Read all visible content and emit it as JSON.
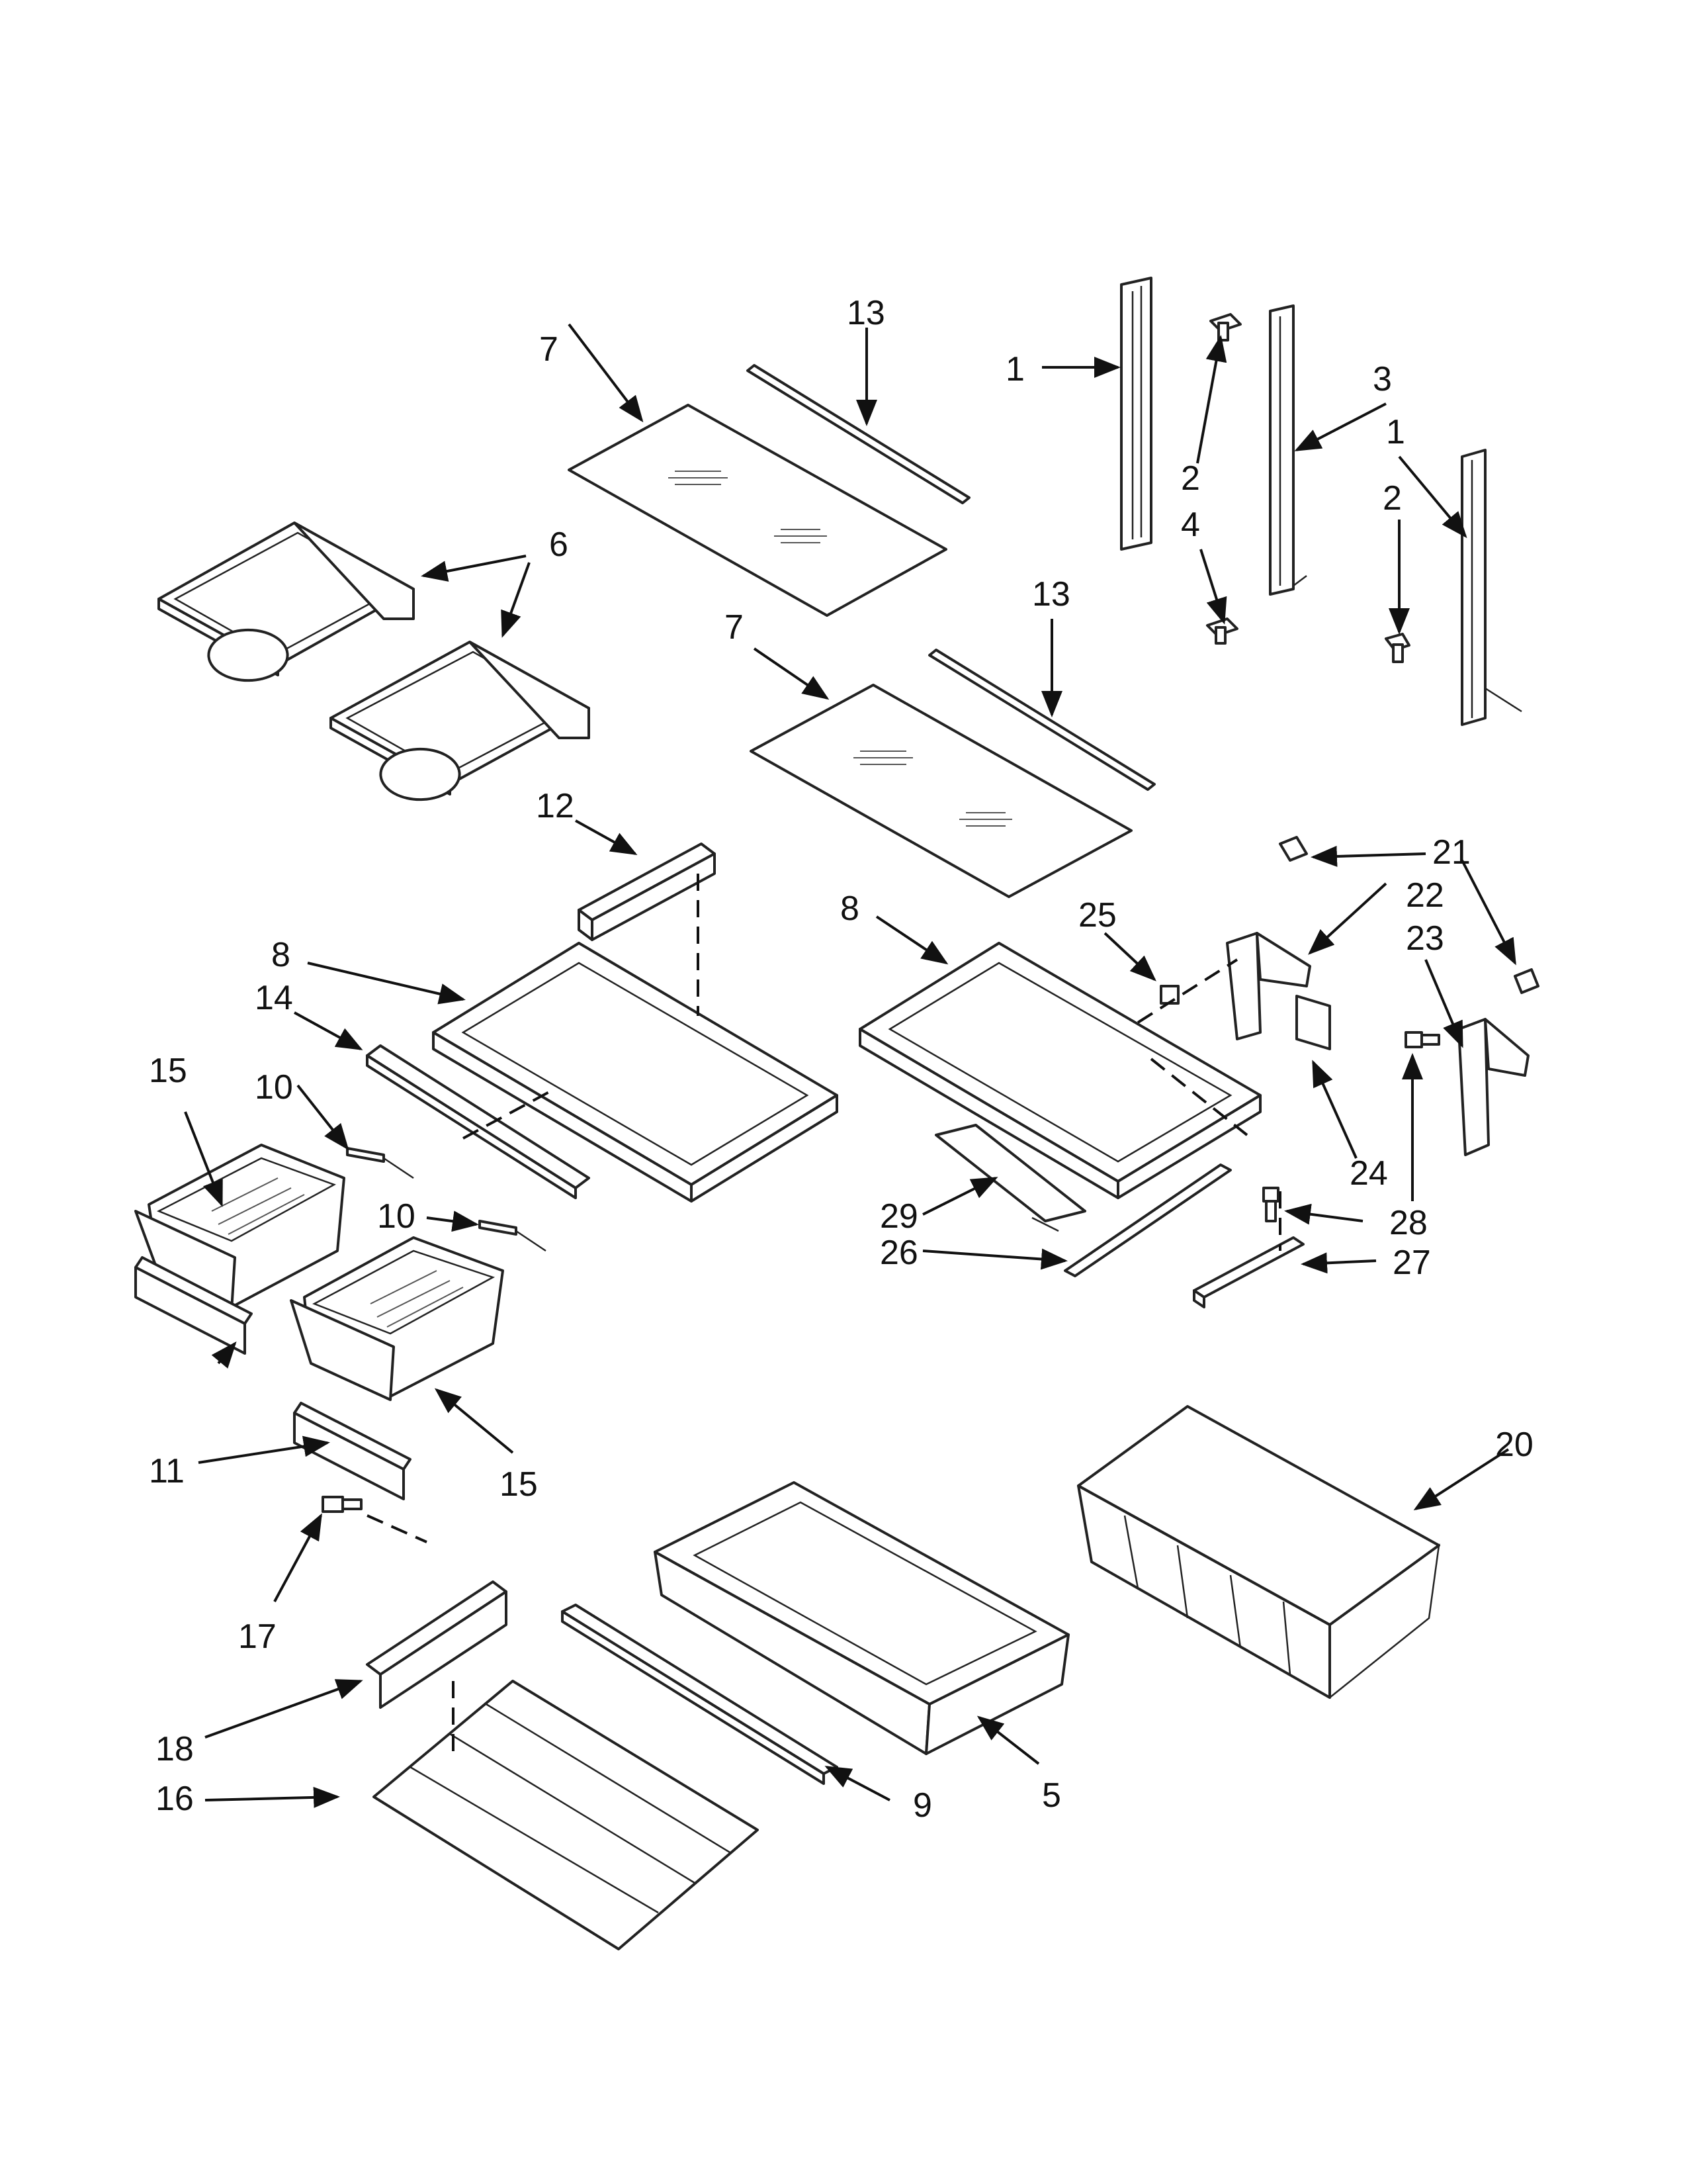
{
  "callouts": [
    {
      "id": "c1a",
      "text": "1"
    },
    {
      "id": "c1b",
      "text": "1"
    },
    {
      "id": "c2a",
      "text": "2"
    },
    {
      "id": "c2b",
      "text": "2"
    },
    {
      "id": "c3",
      "text": "3"
    },
    {
      "id": "c4",
      "text": "4"
    },
    {
      "id": "c5",
      "text": "5"
    },
    {
      "id": "c6",
      "text": "6"
    },
    {
      "id": "c7a",
      "text": "7"
    },
    {
      "id": "c7b",
      "text": "7"
    },
    {
      "id": "c8a",
      "text": "8"
    },
    {
      "id": "c8b",
      "text": "8"
    },
    {
      "id": "c9",
      "text": "9"
    },
    {
      "id": "c10a",
      "text": "10"
    },
    {
      "id": "c10b",
      "text": "10"
    },
    {
      "id": "c11",
      "text": "11"
    },
    {
      "id": "c12",
      "text": "12"
    },
    {
      "id": "c13a",
      "text": "13"
    },
    {
      "id": "c13b",
      "text": "13"
    },
    {
      "id": "c14",
      "text": "14"
    },
    {
      "id": "c15a",
      "text": "15"
    },
    {
      "id": "c15b",
      "text": "15"
    },
    {
      "id": "c16",
      "text": "16"
    },
    {
      "id": "c17",
      "text": "17"
    },
    {
      "id": "c18",
      "text": "18"
    },
    {
      "id": "c20",
      "text": "20"
    },
    {
      "id": "c21",
      "text": "21"
    },
    {
      "id": "c22",
      "text": "22"
    },
    {
      "id": "c23",
      "text": "23"
    },
    {
      "id": "c24",
      "text": "24"
    },
    {
      "id": "c25",
      "text": "25"
    },
    {
      "id": "c26",
      "text": "26"
    },
    {
      "id": "c27",
      "text": "27"
    },
    {
      "id": "c28",
      "text": "28"
    },
    {
      "id": "c29",
      "text": "29"
    }
  ]
}
